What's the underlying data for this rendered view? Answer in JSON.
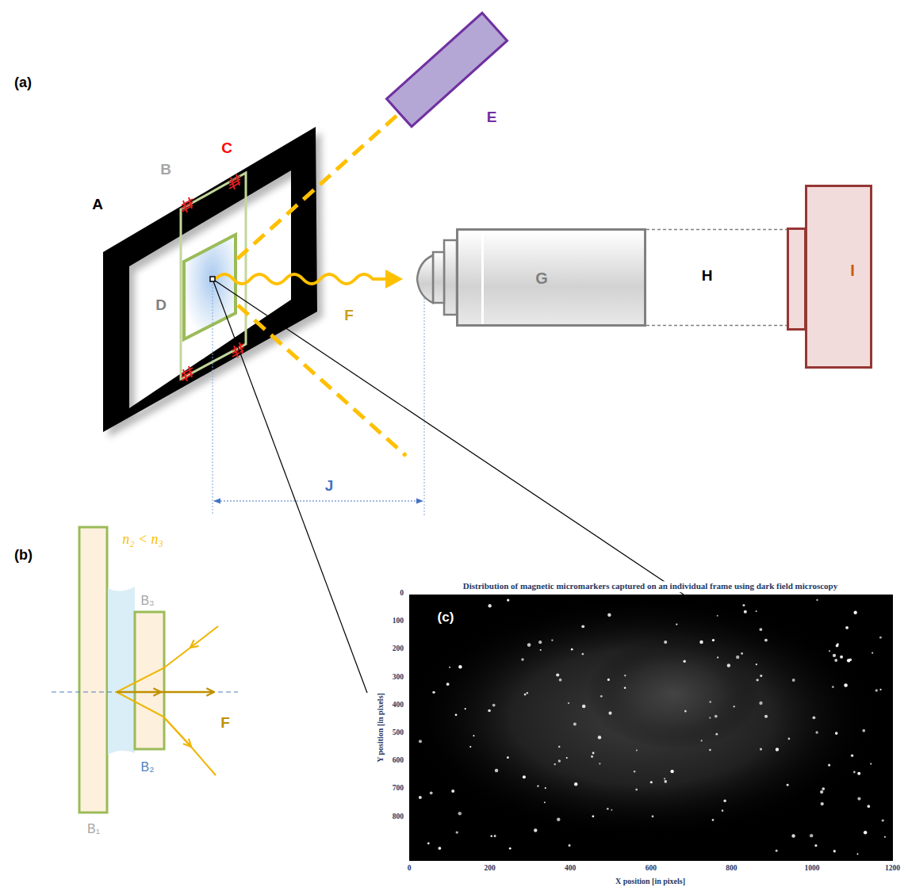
{
  "diagram": {
    "nodes": [
      {
        "text": [
          "E"
        ]
      },
      {
        "text": [
          "G"
        ]
      },
      {
        "text": [
          "I"
        ]
      }
    ],
    "edges": [
      {
        "from": 1,
        "to": 2,
        "label": "H",
        "arrow": "none"
      }
    ],
    "labels": [
      "(a)",
      "A",
      "B",
      "C",
      "D",
      "F",
      "J",
      "(b)",
      "n₂ < n₃",
      "B₃",
      "B₂",
      "F",
      "B₁",
      "Distribution of magnetic micromarkers captured on an individual frame using dark field microscopy",
      "(c)",
      "Y position [in pixels]",
      "X position [in pixels]",
      "0",
      "100",
      "200",
      "300",
      "400",
      "500",
      "600",
      "700",
      "800",
      "0",
      "200",
      "400",
      "600",
      "800",
      "1000",
      "1200"
    ]
  }
}
